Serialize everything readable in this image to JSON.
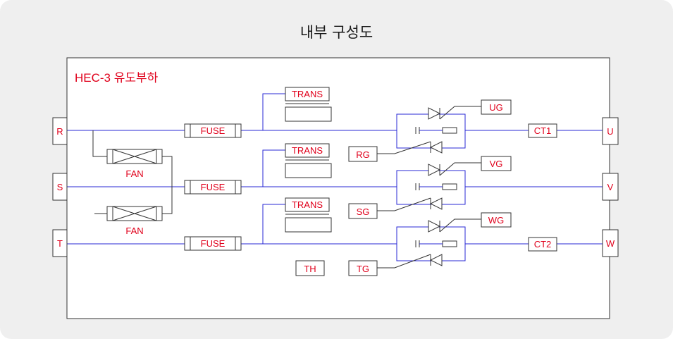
{
  "title": "내부 구성도",
  "device_label": "HEC-3 유도부하",
  "inputs": [
    "R",
    "S",
    "T"
  ],
  "outputs": [
    "U",
    "V",
    "W"
  ],
  "fuse_label": "FUSE",
  "fan_label": "FAN",
  "trans_label": "TRANS",
  "gate_labels": {
    "ug": "UG",
    "vg": "VG",
    "wg": "WG",
    "rg": "RG",
    "sg": "SG",
    "tg": "TG"
  },
  "ct_labels": [
    "CT1",
    "CT2"
  ],
  "th_label": "TH",
  "colors": {
    "label_red": "#e0001b",
    "wire_blue": "#2a2ad4",
    "line_dark": "#2b2b2b",
    "panel_bg": "#efefef"
  }
}
